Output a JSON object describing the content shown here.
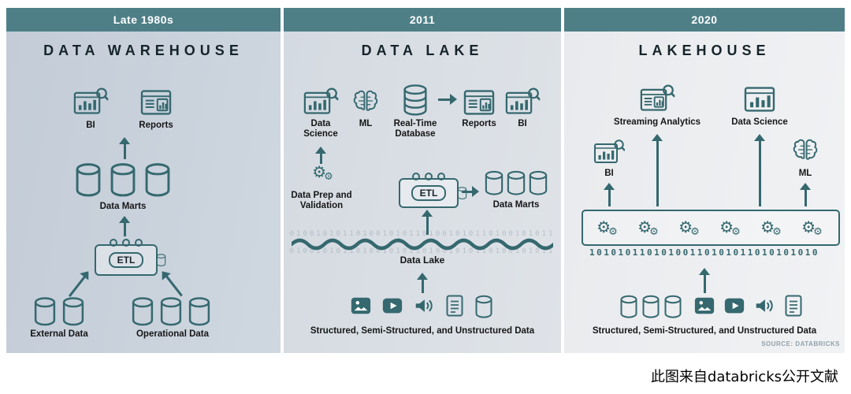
{
  "colors": {
    "header_teal": "#4e7f87",
    "icon_teal": "#35686f",
    "panel1_bg": "#c9d2dc",
    "panel2_bg": "#d8dde3",
    "panel3_bg": "#edeff1"
  },
  "icons": {
    "gear": "⚙"
  },
  "panels": [
    {
      "era": "Late 1980s",
      "title": "DATA WAREHOUSE",
      "bi_label": "BI",
      "reports_label": "Reports",
      "data_marts_label": "Data Marts",
      "etl_label": "ETL",
      "external_label": "External Data",
      "operational_label": "Operational Data"
    },
    {
      "era": "2011",
      "title": "DATA LAKE",
      "data_science_label": "Data Science",
      "ml_label": "ML",
      "realtime_db_label": "Real-Time Database",
      "reports_label": "Reports",
      "bi_label": "BI",
      "data_prep_label": "Data Prep and Validation",
      "etl_label": "ETL",
      "data_marts_label": "Data Marts",
      "data_lake_label": "Data Lake",
      "binary_bg": "0100101011010010101101001010110100101011",
      "bottom_label": "Structured, Semi-Structured, and Unstructured Data"
    },
    {
      "era": "2020",
      "title": "LAKEHOUSE",
      "streaming_label": "Streaming Analytics",
      "data_science_label": "Data Science",
      "bi_label": "BI",
      "ml_label": "ML",
      "binary": "10101011010100110101011010101010",
      "bottom_label": "Structured, Semi-Structured, and Unstructured Data",
      "source": "SOURCE: DATABRICKS"
    }
  ],
  "caption": "此图来自databricks公开文献"
}
